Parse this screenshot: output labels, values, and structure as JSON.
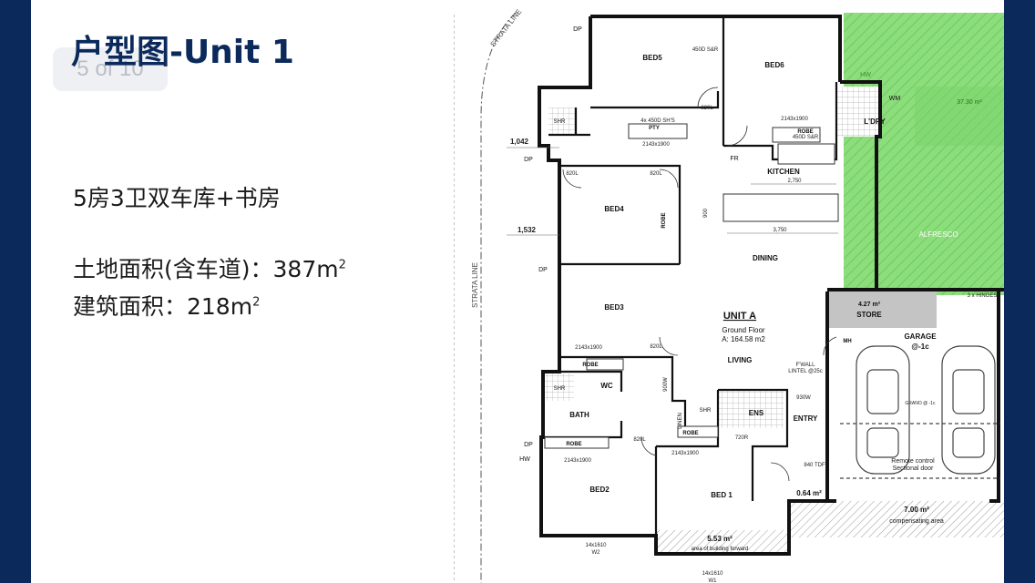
{
  "slide": {
    "title": "户型图-Unit 1",
    "pager": "5 of 10",
    "features": "5房3卫双车库+书房",
    "land_area_label": "土地面积(含车道)：387m",
    "land_area_sup": "2",
    "build_area_label": "建筑面积：218m",
    "build_area_sup": "2"
  },
  "plan": {
    "unit_title": "UNIT A",
    "floor": "Ground Floor",
    "floor_area": "A: 164.58 m2",
    "strata_line": "STRATA LINE",
    "rooms": {
      "bed5": "BED5",
      "bed6": "BED6",
      "bed4": "BED4",
      "bed3": "BED3",
      "bed2": "BED2",
      "bed1": "BED 1",
      "kitchen": "KITCHEN",
      "dining": "DINING",
      "living": "LIVING",
      "laundry": "L'DRY",
      "alfresco": "ALFRESCO",
      "store": "STORE",
      "garage": "GARAGE",
      "garage_sub": "@-1c",
      "entry": "ENTRY",
      "ens": "ENS",
      "bath": "BATH",
      "wc": "WC",
      "shr": "SHR",
      "robe": "ROBE",
      "pty": "PTY",
      "fr": "FR",
      "wm": "WM",
      "hw": "HW",
      "mh": "MH",
      "dp": "DP",
      "linen": "LINEN"
    },
    "areas": {
      "alfresco_area": "37.30 m²",
      "store_area": "4.27 m²",
      "porch_area": "0.64 m²",
      "front_area": "5.53 m²",
      "front_note": "area of building forward",
      "comp_area": "7.00 m²",
      "comp_note": "compensating area"
    },
    "dims": {
      "d1042": "1,042",
      "d1532": "1,532",
      "d2750": "2,750",
      "d3750": "3,750",
      "d900": "900",
      "w2143": "2143x1900",
      "shs": "4x 450D SH'S",
      "robe450": "450D S&R",
      "door820": "820L",
      "door720": "720R",
      "d900w": "900W",
      "d930w": "930W",
      "tdf": "840 TDF",
      "win": "14x1610",
      "win_w2": "W2",
      "win_w1": "W1",
      "remote": "Remote control",
      "sectional": "Sectional door",
      "hinges": "3 x HINGES",
      "grano": "GRANO @ -1c",
      "fwall": "F'WALL",
      "lintel": "LINTEL @25c"
    }
  }
}
